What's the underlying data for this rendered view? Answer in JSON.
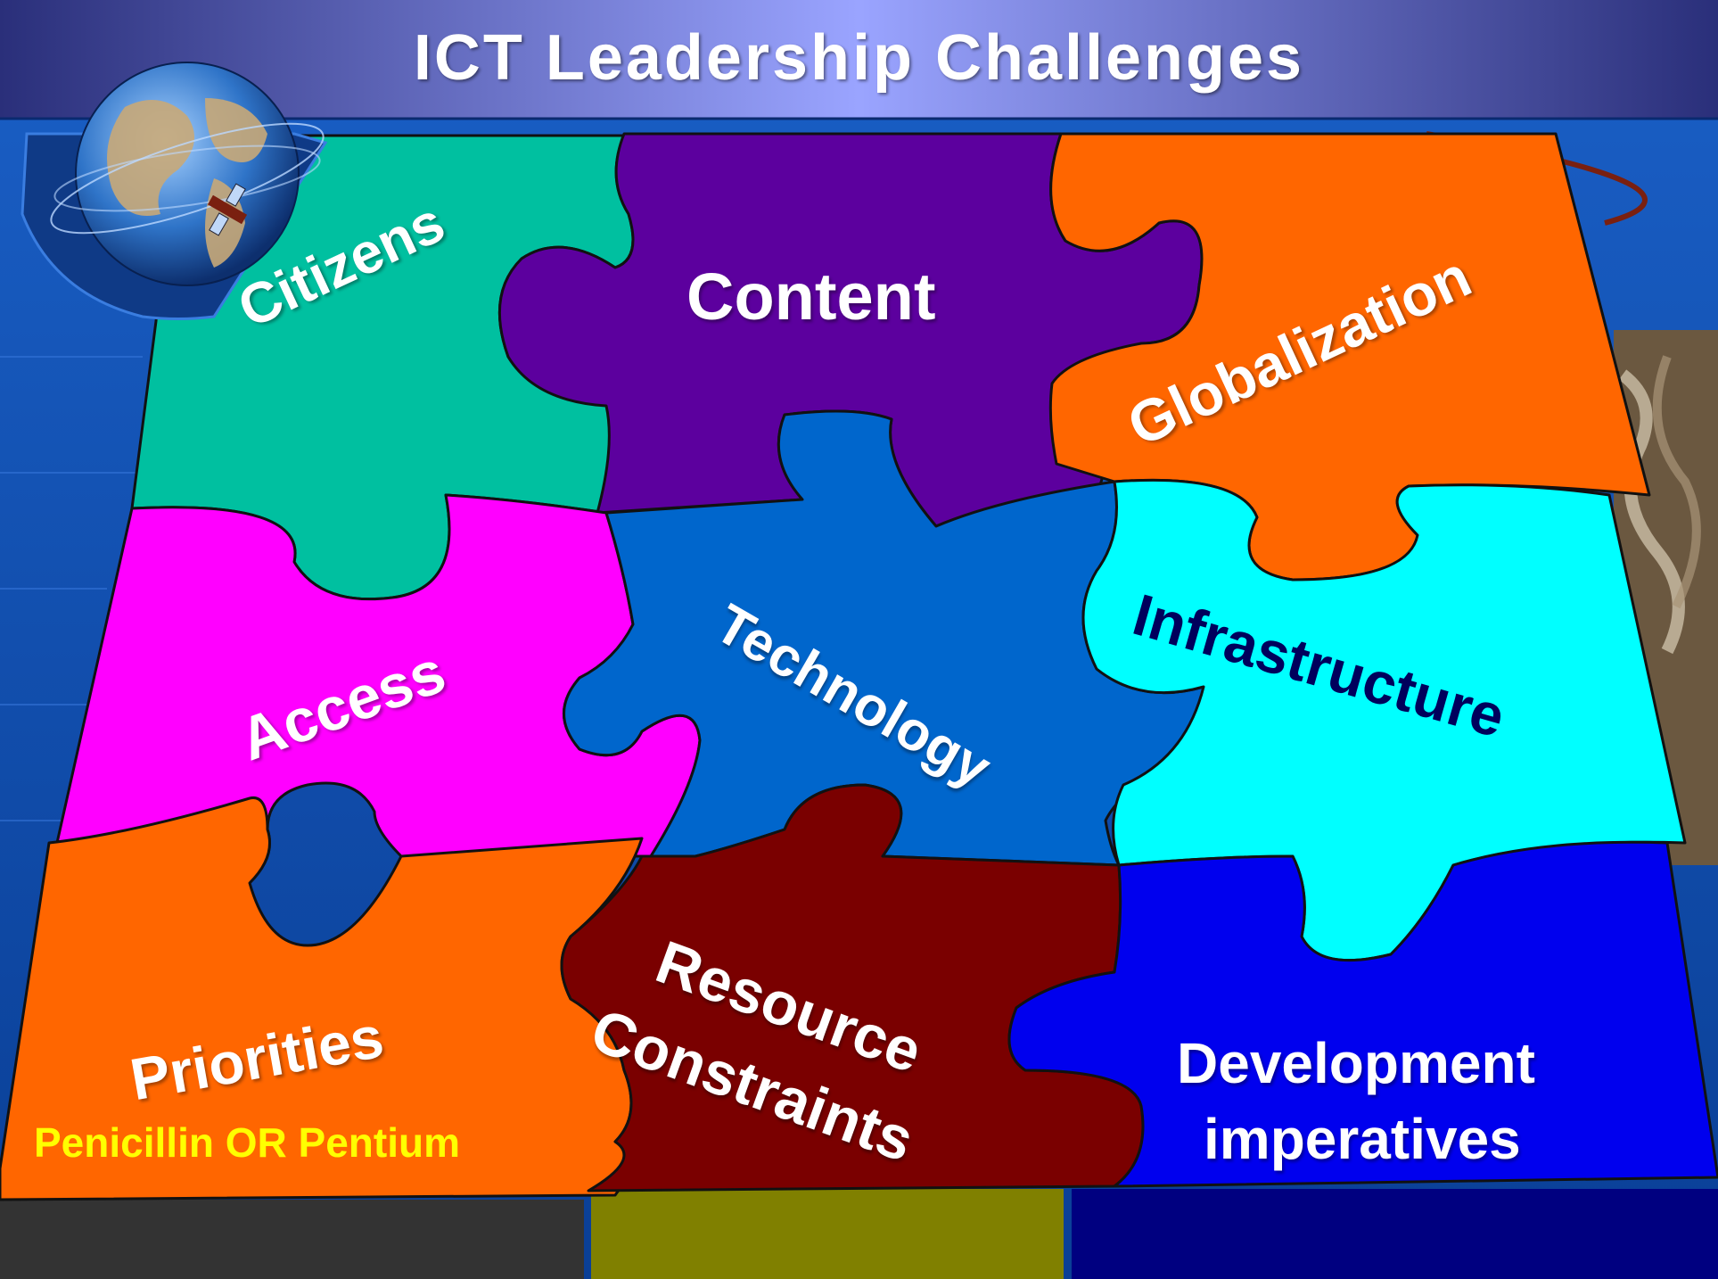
{
  "title": "ICT Leadership Challenges",
  "pieces": {
    "citizens": "Citizens",
    "content": "Content",
    "globalization": "Globalization",
    "access": "Access",
    "technology": "Technology",
    "infrastructure": "Infrastructure",
    "priorities": "Priorities",
    "priorities_sub": "Penicillin OR Pentium",
    "resource_line1": "Resource",
    "resource_line2": "Constraints",
    "development_line1": "Development",
    "development_line2": "imperatives"
  },
  "colors": {
    "background": "#0b4fb0",
    "citizens": "#00c0a0",
    "content": "#5c009e",
    "globalization": "#ff6600",
    "access": "#ff00ff",
    "technology": "#0066cc",
    "infrastructure": "#00ffff",
    "priorities": "#ff6600",
    "resource": "#7a0000",
    "development": "#0000ee",
    "sub_text": "#ffff00",
    "infrastructure_text": "#00005c",
    "footer_left": "#333333",
    "footer_mid": "#808000",
    "footer_right": "#000080"
  },
  "icons": {
    "globe": "globe-with-satellite-icon"
  }
}
